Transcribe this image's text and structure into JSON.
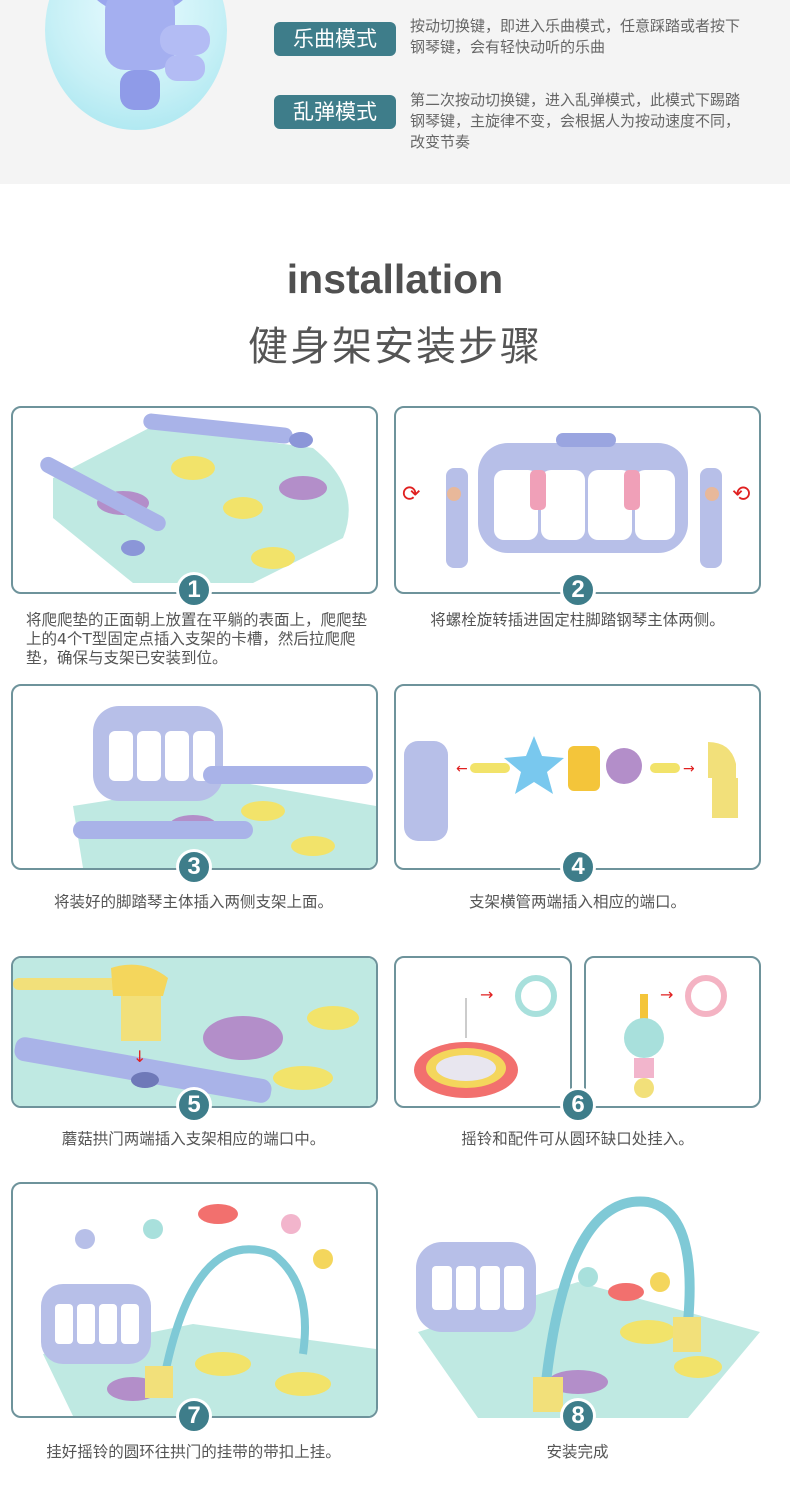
{
  "modes": [
    {
      "label": "乐曲模式",
      "desc": "按动切换键，即进入乐曲模式，任意踩踏或者按下钢琴键，会有轻快动听的乐曲"
    },
    {
      "label": "乱弹模式",
      "desc": "第二次按动切换键，进入乱弹模式，此模式下踢踏钢琴键，主旋律不变，会根据人为按动速度不同，改变节奏"
    }
  ],
  "heading": {
    "en": "installation",
    "cn": "健身架安装步骤"
  },
  "steps": [
    {
      "num": "1",
      "caption": "将爬爬垫的正面朝上放置在平躺的表面上，爬爬垫上的4个T型固定点插入支架的卡槽，然后拉爬爬垫，确保与支架已安装到位。"
    },
    {
      "num": "2",
      "caption": "将螺栓旋转插进固定柱脚踏钢琴主体两侧。"
    },
    {
      "num": "3",
      "caption": "将装好的脚踏琴主体插入两侧支架上面。"
    },
    {
      "num": "4",
      "caption": "支架横管两端插入相应的端口。"
    },
    {
      "num": "5",
      "caption": "蘑菇拱门两端插入支架相应的端口中。"
    },
    {
      "num": "6",
      "caption": "摇铃和配件可从圆环缺口处挂入。"
    },
    {
      "num": "7",
      "caption": "挂好摇铃的圆环往拱门的挂带的带扣上挂。"
    },
    {
      "num": "8",
      "caption": "安装完成"
    }
  ],
  "colors": {
    "accent": "#3e7d8a",
    "border": "#6e939b",
    "mat": "#bfe9e2",
    "frame": "#b7bfe8"
  },
  "icons": {
    "rotate": "rotate-arrow-icon",
    "insert": "insert-arrow-icon"
  }
}
